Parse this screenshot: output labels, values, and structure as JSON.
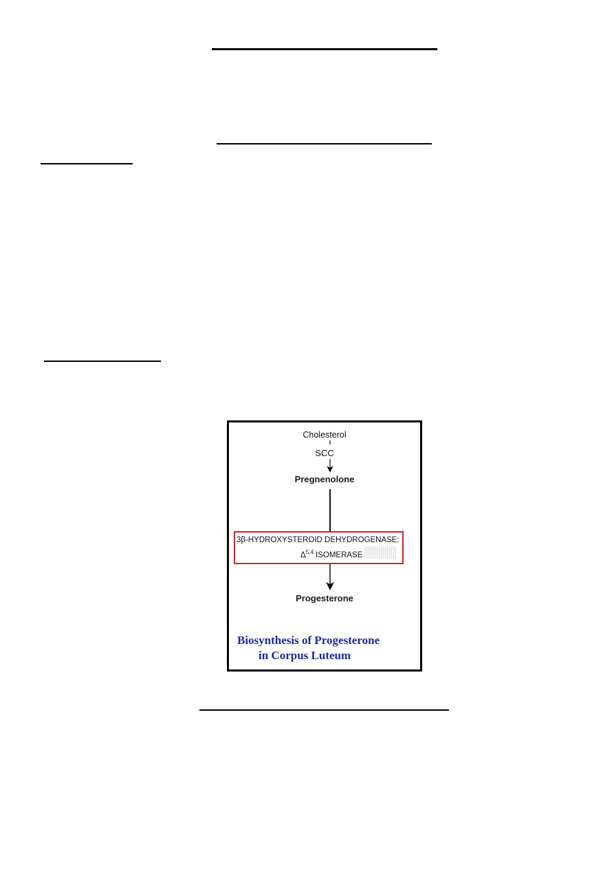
{
  "figure": {
    "nodes": {
      "cholesterol": "Cholesterol",
      "scc": "SCC",
      "pregnenolone": "Pregnenolone",
      "progesterone": "Progesterone"
    },
    "enzyme": {
      "line1": "3β-HYDROXYSTEROID DEHYDROGENASE:",
      "line2_prefix": "Δ",
      "line2_sup": "5,4",
      "line2_text": " ISOMERASE"
    },
    "caption": {
      "line1": "Biosynthesis of Progesterone",
      "line2": "in Corpus Luteum"
    }
  }
}
